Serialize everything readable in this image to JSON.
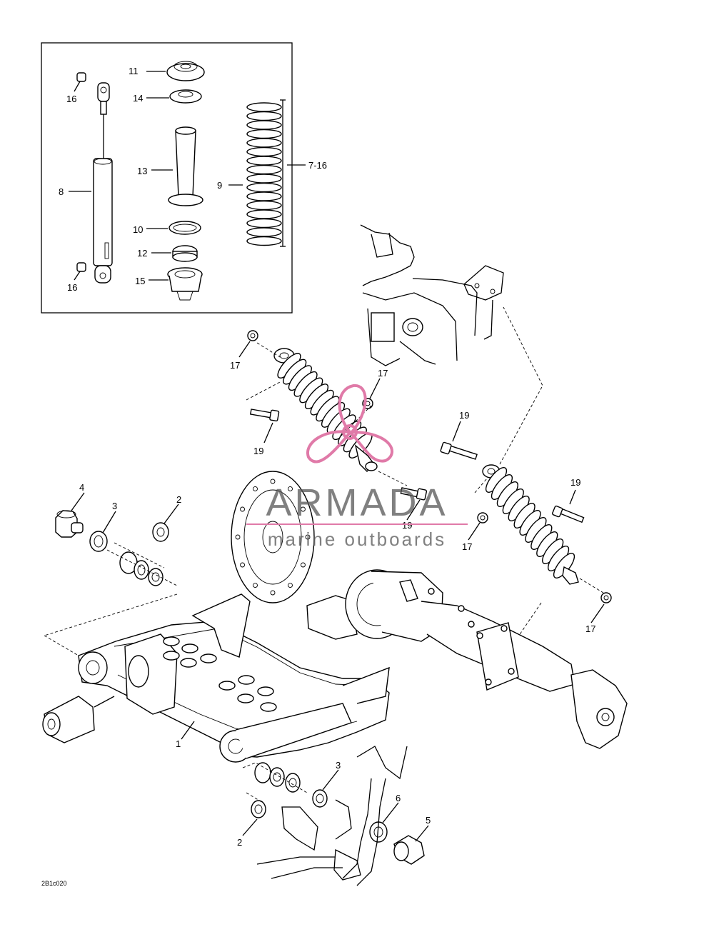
{
  "callouts": {
    "c1": "1",
    "c2a": "2",
    "c2b": "2",
    "c3a": "3",
    "c3b": "3",
    "c4": "4",
    "c5": "5",
    "c6": "6",
    "c7_16": "7-16",
    "c8": "8",
    "c9": "9",
    "c10": "10",
    "c11": "11",
    "c12": "12",
    "c13": "13",
    "c14": "14",
    "c15": "15",
    "c16a": "16",
    "c16b": "16",
    "c17a": "17",
    "c17b": "17",
    "c17c": "17",
    "c17d": "17",
    "c19a": "19",
    "c19b": "19",
    "c19c": "19",
    "c19d": "19"
  },
  "watermark": {
    "brand": "ARMADA",
    "tagline": "marine outboards",
    "color": "#e07aa8"
  },
  "reference_code": "2B1c020"
}
